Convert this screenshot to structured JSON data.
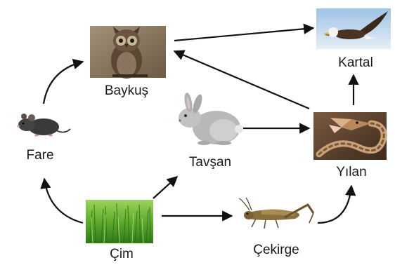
{
  "food_web": {
    "organisms": {
      "kartal": {
        "label": "Kartal",
        "icon": "eagle-icon"
      },
      "baykus": {
        "label": "Baykuş",
        "icon": "owl-icon"
      },
      "fare": {
        "label": "Fare",
        "icon": "mouse-icon"
      },
      "tavsan": {
        "label": "Tavşan",
        "icon": "rabbit-icon"
      },
      "yilan": {
        "label": "Yılan",
        "icon": "snake-icon"
      },
      "cim": {
        "label": "Çim",
        "icon": "grass-icon"
      },
      "cekirge": {
        "label": "Çekirge",
        "icon": "grasshopper-icon"
      }
    },
    "arrows": [
      {
        "from": "cim",
        "to": "fare"
      },
      {
        "from": "cim",
        "to": "tavsan"
      },
      {
        "from": "cim",
        "to": "cekirge"
      },
      {
        "from": "fare",
        "to": "baykus"
      },
      {
        "from": "baykus",
        "to": "kartal"
      },
      {
        "from": "yilan",
        "to": "baykus"
      },
      {
        "from": "tavsan",
        "to": "yilan"
      },
      {
        "from": "yilan",
        "to": "kartal"
      },
      {
        "from": "cekirge",
        "to": "yilan"
      }
    ],
    "colors": {
      "arrow": "#111111",
      "label": "#1a1a1a",
      "grass": "#4e9a2a",
      "sky": "#c8ddef"
    }
  }
}
